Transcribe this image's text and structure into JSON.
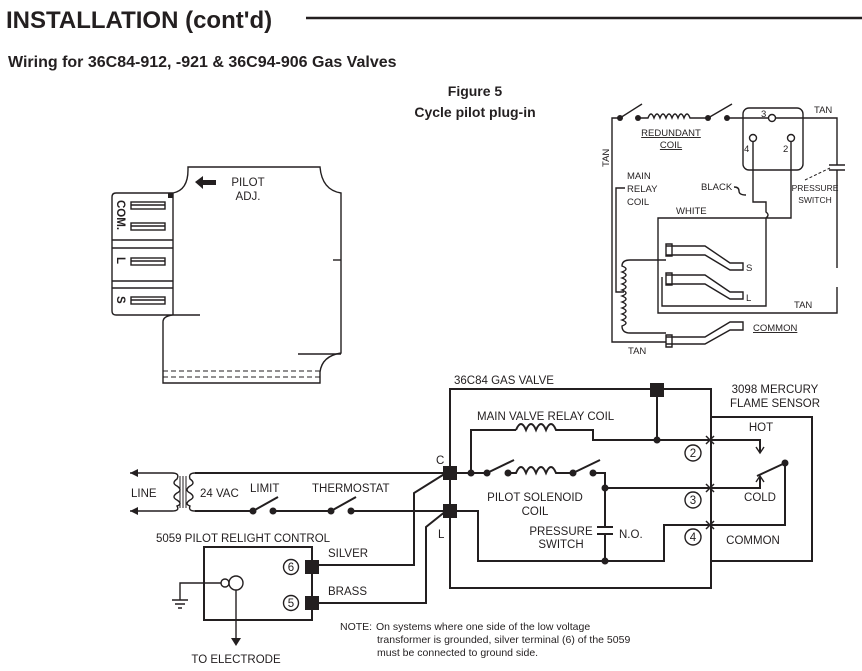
{
  "header": {
    "title": "INSTALLATION (cont'd)",
    "subtitle": "Wiring for 36C84-912, -921 & 36C94-906 Gas Valves"
  },
  "figure": {
    "number": "Figure 5",
    "caption": "Cycle pilot plug-in"
  },
  "valve_housing": {
    "pilot_adj": [
      "PILOT",
      "ADJ."
    ],
    "terminals": [
      "COM.",
      "L",
      "S"
    ]
  },
  "pilot_plug_diagram": {
    "redundant_coil": [
      "REDUNDANT",
      "COIL"
    ],
    "main_relay_coil": [
      "MAIN",
      "RELAY",
      "COIL"
    ],
    "wire_colors": {
      "tan": "TAN",
      "black": "BLACK",
      "white": "WHITE"
    },
    "terminal_numbers": [
      "3",
      "4",
      "2"
    ],
    "pressure_switch": [
      "PRESSURE",
      "SWITCH"
    ],
    "terminals": {
      "s": "S",
      "l": "L",
      "common": "COMMON"
    }
  },
  "wiring_diagram": {
    "gas_valve": "36C84 GAS VALVE",
    "main_valve_relay_coil": "MAIN VALVE RELAY COIL",
    "pilot_solenoid_coil": [
      "PILOT SOLENOID",
      "COIL"
    ],
    "pressure_switch": [
      "PRESSURE",
      "SWITCH"
    ],
    "normally_open": "N.O.",
    "terminal_c": "C",
    "terminal_l": "L",
    "flame_sensor": [
      "3098 MERCURY",
      "FLAME SENSOR"
    ],
    "sensor_terminals": {
      "hot": "HOT",
      "cold": "COLD",
      "common": "COMMON"
    },
    "circled_numbers": [
      "2",
      "3",
      "4",
      "6",
      "5"
    ],
    "line": "LINE",
    "voltage": "24 VAC",
    "limit": "LIMIT",
    "thermostat": "THERMOSTAT",
    "relight_control": "5059 PILOT RELIGHT CONTROL",
    "silver": "SILVER",
    "brass": "BRASS",
    "to_electrode": "TO ELECTRODE"
  },
  "note": {
    "label": "NOTE:",
    "lines": [
      "On systems where one side of the low voltage",
      "transformer is grounded, silver terminal (6) of the 5059",
      "must be connected to ground side."
    ]
  }
}
